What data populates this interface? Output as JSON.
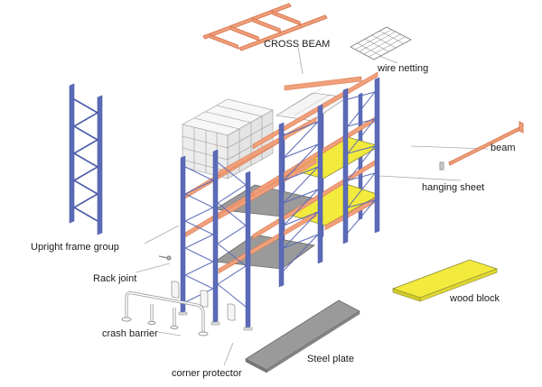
{
  "diagram": {
    "labels": {
      "cross_beam": "CROSS BEAM",
      "wire_netting": "wire netting",
      "beam": "beam",
      "hanging_sheet": "hanging sheet",
      "upright_frame_group": "Upright frame group",
      "rack_joint": "Rack joint",
      "wood_block": "wood block",
      "crash_barrier": "crash barrier",
      "steel_plate": "Steel plate",
      "corner_protector": "corner protector"
    },
    "colors": {
      "upright": "#5b6bb8",
      "beam": "#f0a07a",
      "wood": "#f2ea3c",
      "steel": "#9a9a9a",
      "outline": "#555555",
      "leader": "#aaaaaa",
      "background": "#ffffff"
    }
  }
}
